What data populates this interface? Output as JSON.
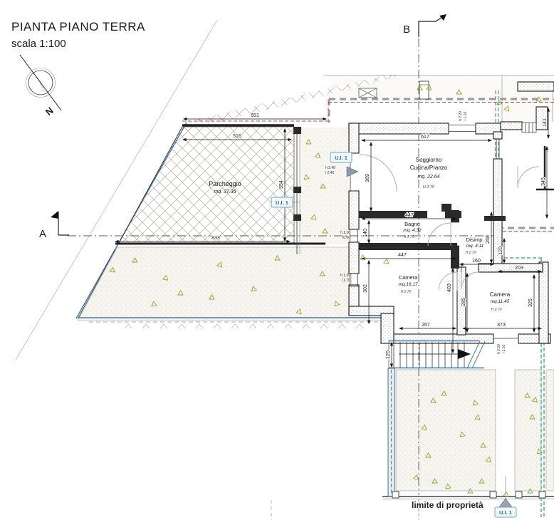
{
  "title_block": {
    "title": "PIANTA PIANO TERRA",
    "scale": "scala 1:100"
  },
  "compass": {
    "north_label": "N"
  },
  "sections": {
    "a": "A",
    "b": "B"
  },
  "rooms": {
    "parcheggio": {
      "name": "Parcheggio",
      "area": "mq. 37.36"
    },
    "soggiorno": {
      "name_line1": "Soggiorno",
      "name_line2": "Cucina/Pranzo",
      "area": "mq. 22.64",
      "height": "H 2.70"
    },
    "bagno": {
      "name": "Bagno",
      "area": "mq. 4.32",
      "height": "H 2.70"
    },
    "camera1": {
      "name": "Camera",
      "area": "mq.16.17",
      "height": "H 2.70"
    },
    "disimp": {
      "name": "Disimp.",
      "area": "mq. 4.11",
      "height": "H 2.70"
    },
    "camera2": {
      "name": "Camera",
      "area": "mq.11.45",
      "height": "H 2.70"
    }
  },
  "dims": {
    "d651": "651",
    "d516": "516",
    "d554": "554",
    "d833": "833",
    "d617": "617",
    "d369": "369",
    "d447a": "447",
    "d140": "140",
    "d447b": "447",
    "d302": "302",
    "d267": "267",
    "d403": "403",
    "d285": "285",
    "d160": "160",
    "d258": "258",
    "d120a": "120",
    "d203": "203",
    "d325": "325",
    "d373": "373",
    "d120b": "120",
    "d141": "141",
    "d345": "345"
  },
  "annotations": {
    "a1_l1": "h 1.20",
    "a1_l2": "l 0.60",
    "a2_l1": "h 1.20",
    "a2_l2": "l 1.70",
    "a3_l1": "h 2.20",
    "a3_l2": "l 1.10",
    "a4_l1": "h 2.20",
    "a4_l2": "l 1.10",
    "a5_l1": "h 2.40",
    "a5_l2": "l 2.40"
  },
  "ui_unit": {
    "label": "U.I. 1"
  },
  "boundary": {
    "label": "limite di proprietà"
  },
  "colors": {
    "teal_boundary": "#2aa8a8",
    "green_boundary": "#2aa876",
    "red_boundary": "#bb4444",
    "blue_line": "#4477aa",
    "gray_dash": "#999999",
    "olive_triangle": "#96a332",
    "ui_label_blue": "#2a6a9a"
  }
}
